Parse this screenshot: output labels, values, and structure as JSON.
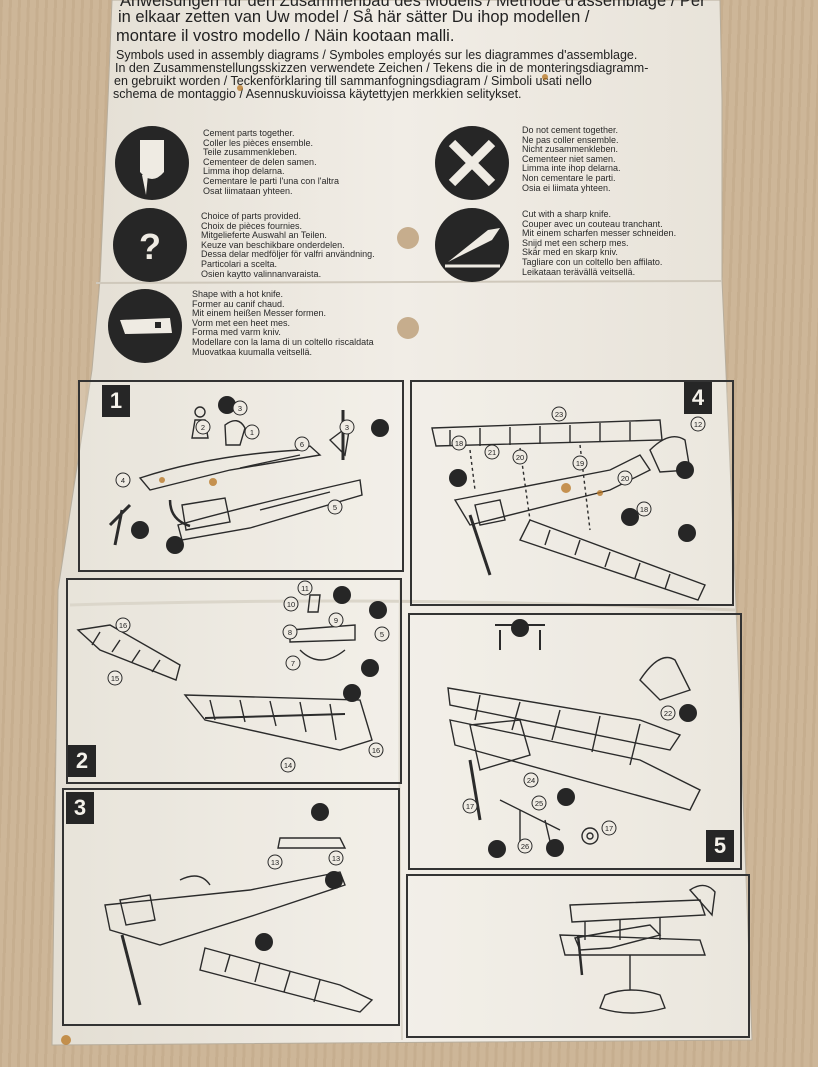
{
  "header": {
    "line1": "Anweisungen für den Zusammenbau des Modells / Méthode d'assemblage / Per",
    "line2": "in elkaar zetten van Uw model / Så här sätter Du ihop modellen /",
    "line3": "montare il vostro modello / Näin kootaan malli."
  },
  "symbols_intro": [
    "Symbols used in assembly diagrams / Symboles employés sur les diagrammes d'assemblage.",
    "In den Zusammenstellungsskizzen verwendete Zeichen / Tekens die in de monteringsdiagramm-",
    "en gebruikt worden / Teckenförklaring till sammanfogningsdiagram / Simboli usati nello",
    "schema de montaggio / Asennuskuvioissa käytettyjen merkkien selitykset."
  ],
  "symbols": {
    "cement": [
      "Cement parts together.",
      "Coller les pièces ensemble.",
      "Teile zusammenkleben.",
      "Cementeer de delen samen.",
      "Limma ihop delarna.",
      "Cementare le parti l'una con l'altra",
      "Osat liimataan yhteen."
    ],
    "no_cement": [
      "Do not cement together.",
      "Ne pas coller ensemble.",
      "Nicht zusammenkleben.",
      "Cementeer niet samen.",
      "Limma inte ihop delarna.",
      "Non cementare le parti.",
      "Osia ei liimata yhteen."
    ],
    "choice": [
      "Choice of parts provided.",
      "Choix de pièces fournies.",
      "Mitgelieferte Auswahl an Teilen.",
      "Keuze van beschikbare onderdelen.",
      "Dessa delar medföljer för valfri användning.",
      "Particolari a scelta.",
      "Osien kaytto valinnanvaraista."
    ],
    "cut": [
      "Cut with a sharp knife.",
      "Couper avec un couteau tranchant.",
      "Mit einem scharfen messer schneiden.",
      "Snijd met een scherp mes.",
      "Skär med en skarp kniv.",
      "Tagliare con un coltello ben affilato.",
      "Leikataan terävällä veitsellä."
    ],
    "hot_knife": [
      "Shape with a hot knife.",
      "Former au canif chaud.",
      "Mit einem heißen Messer formen.",
      "Vorm met een heet mes.",
      "Forma med varm kniv.",
      "Modellare con la lama di un coltello riscaldata",
      "Muovatkaa kuumalla veitsellä."
    ]
  },
  "steps": {
    "s1": "1",
    "s2": "2",
    "s3": "3",
    "s4": "4",
    "s5": "5"
  },
  "part_numbers": {
    "p1": "1",
    "p2": "2",
    "p3": "3",
    "p4": "4",
    "p5": "5",
    "p6": "6",
    "p7": "7",
    "p8": "8",
    "p9": "9",
    "p10": "10",
    "p11": "11",
    "p12": "12",
    "p13": "13",
    "p14": "14",
    "p15": "15",
    "p16": "16",
    "p17": "17",
    "p18": "18",
    "p19": "19",
    "p20": "20",
    "p21": "21",
    "p22": "22",
    "p23": "23",
    "p24": "24",
    "p25": "25",
    "p26": "26"
  },
  "colors": {
    "ink": "#262626",
    "paper": "#efebe3",
    "desk": "#cbb394",
    "glue_stain": "#b8741f"
  }
}
